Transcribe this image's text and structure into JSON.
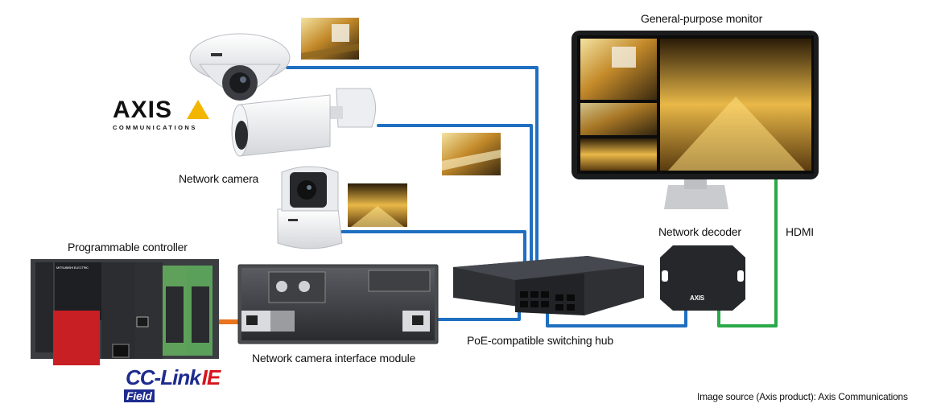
{
  "labels": {
    "monitor": "General-purpose monitor",
    "camera": "Network camera",
    "controller": "Programmable controller",
    "decoder": "Network decoder",
    "hdmi": "HDMI",
    "interface_module": "Network camera interface module",
    "switch": "PoE-compatible switching hub",
    "source": "Image source (Axis product): Axis Communications"
  },
  "logos": {
    "axis_name": "AXIS",
    "axis_sub": "COMMUNICATIONS",
    "cclink_main": "CC-Link",
    "cclink_ie": "IE",
    "cclink_sub": "Field",
    "decoder_brand": "AXIS",
    "plc_brand": "MITSUBISHI ELECTRIC"
  },
  "colors": {
    "ethernet": "#1f6fc1",
    "cclink": "#e8741d",
    "hdmi": "#2aa84a",
    "axis_yellow": "#f2b600",
    "cclink_blue": "#1e2b8f",
    "cclink_red": "#d7141e"
  }
}
